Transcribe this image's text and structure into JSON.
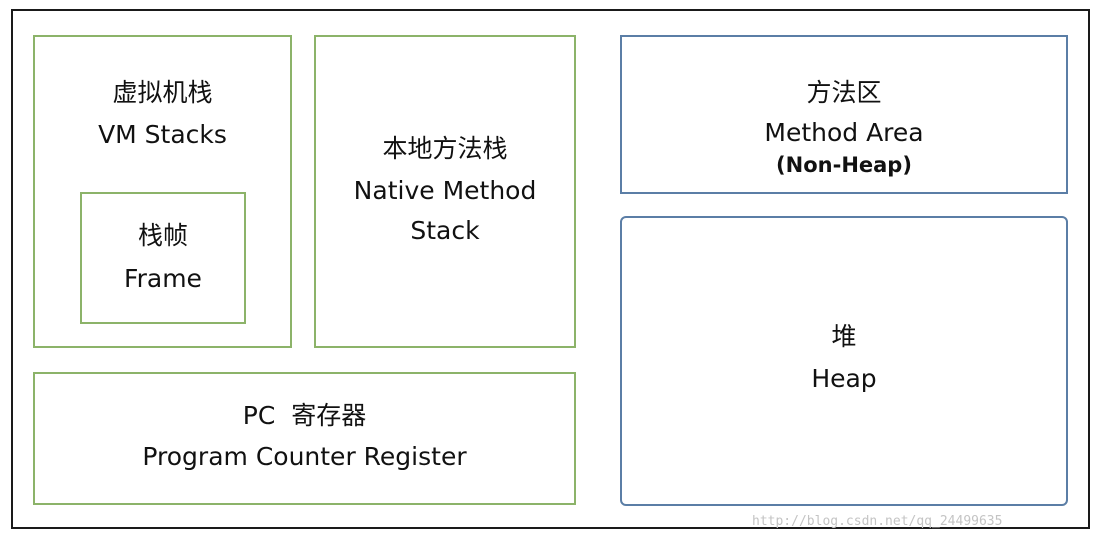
{
  "vm_stacks": {
    "cn": "虚拟机栈",
    "en": "VM Stacks"
  },
  "frame": {
    "cn": "栈帧",
    "en": "Frame"
  },
  "native_stack": {
    "cn": "本地方法栈",
    "en_line1": "Native Method",
    "en_line2": "Stack"
  },
  "method_area": {
    "cn": "方法区",
    "en": "Method Area",
    "sub": "(Non-Heap)"
  },
  "heap": {
    "cn": "堆",
    "en": "Heap"
  },
  "pc_register": {
    "cn": "PC  寄存器",
    "en": "Program Counter Register"
  },
  "watermark": "http://blog.csdn.net/qq_24499635",
  "colors": {
    "green_border": "#8cb369",
    "blue_border": "#5b7ea6",
    "outer_border": "#1a1a1a"
  }
}
